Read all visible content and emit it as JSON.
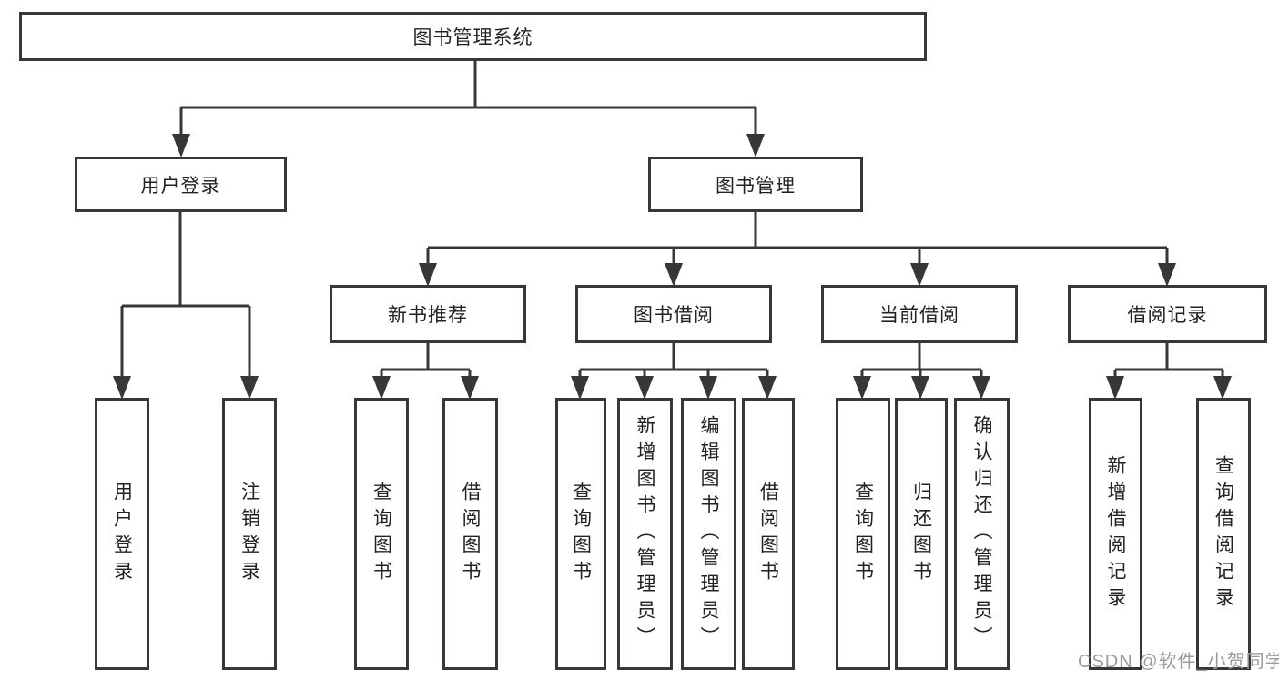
{
  "diagram_type": "hierarchy-tree",
  "tree": {
    "label": "图书管理系统",
    "children": [
      {
        "label": "用户登录",
        "children": [
          {
            "label": "用户登录"
          },
          {
            "label": "注销登录"
          }
        ]
      },
      {
        "label": "图书管理",
        "children": [
          {
            "label": "新书推荐",
            "children": [
              {
                "label": "查询图书"
              },
              {
                "label": "借阅图书"
              }
            ]
          },
          {
            "label": "图书借阅",
            "children": [
              {
                "label": "查询图书"
              },
              {
                "label": "新增图书（管理员）"
              },
              {
                "label": "编辑图书（管理员）"
              },
              {
                "label": "借阅图书"
              }
            ]
          },
          {
            "label": "当前借阅",
            "children": [
              {
                "label": "查询图书"
              },
              {
                "label": "归还图书"
              },
              {
                "label": "确认归还（管理员）"
              }
            ]
          },
          {
            "label": "借阅记录",
            "children": [
              {
                "label": "新增借阅记录"
              },
              {
                "label": "查询借阅记录"
              }
            ]
          }
        ]
      }
    ]
  },
  "watermark": "CSDN @软件_小贺同学",
  "colors": {
    "line": "#373737",
    "box_border": "#373737",
    "text": "#222222",
    "watermark": "#9b9b9b",
    "background": "#ffffff"
  }
}
